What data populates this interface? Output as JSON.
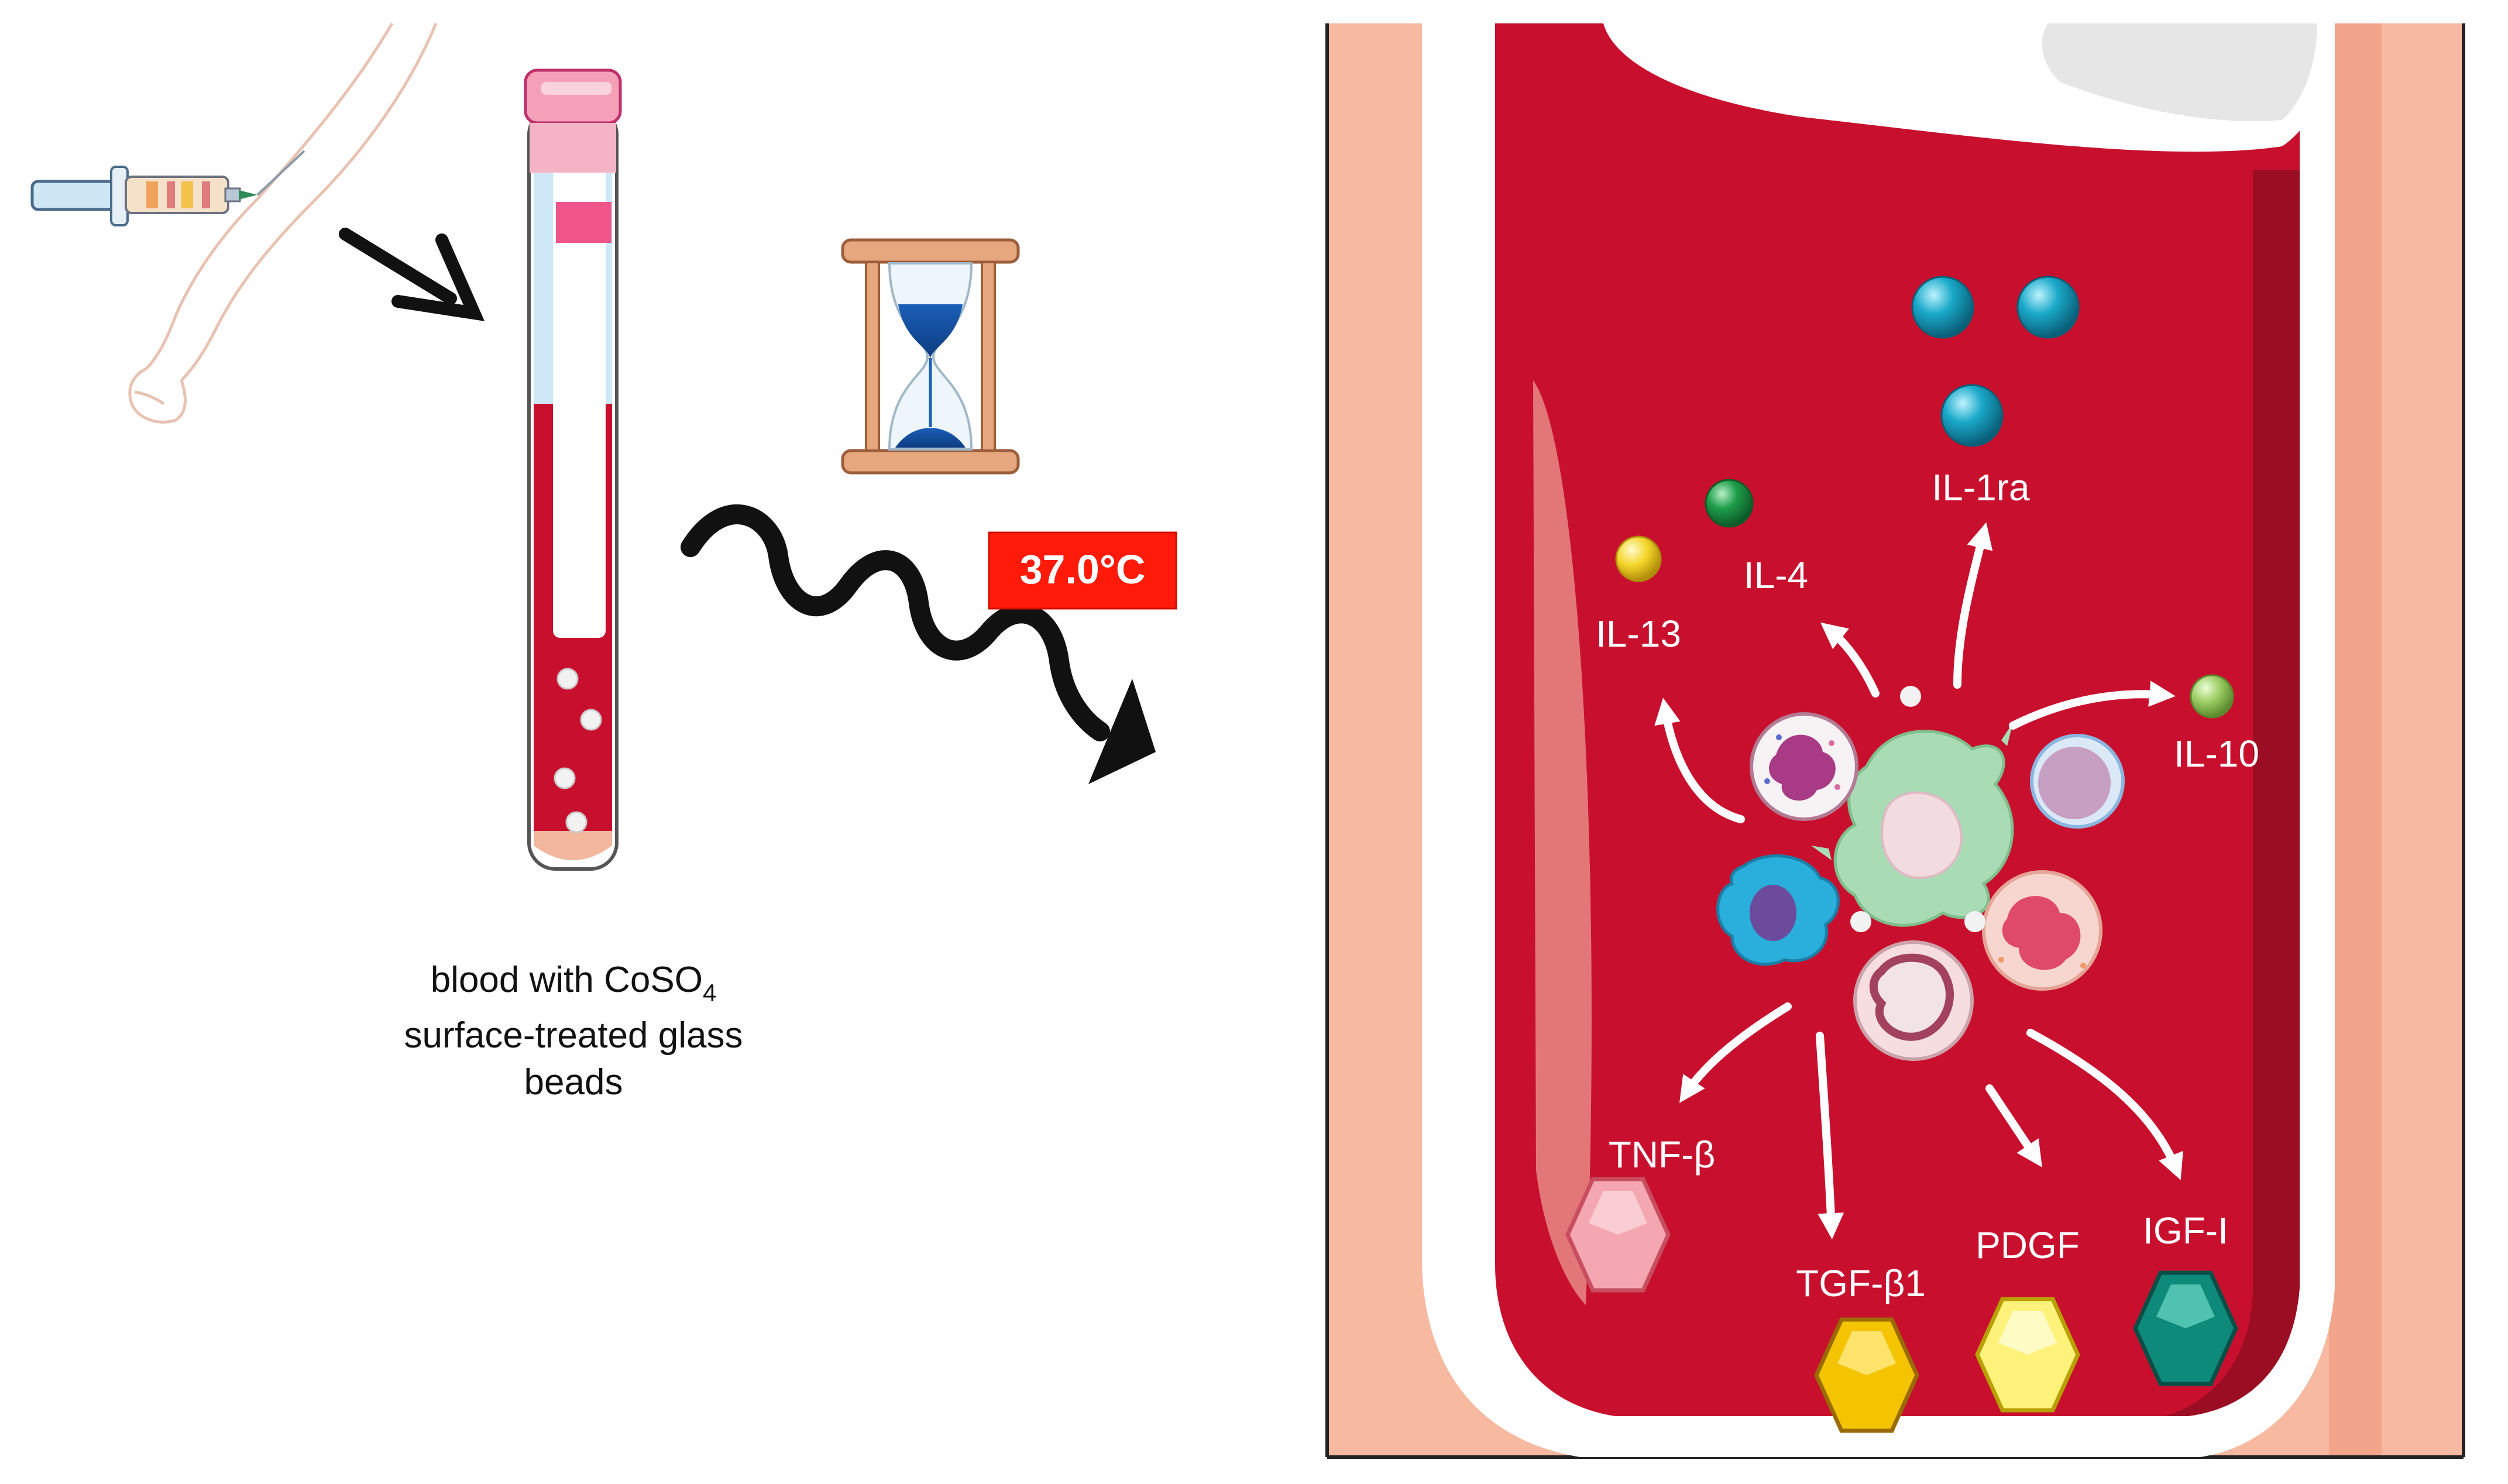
{
  "caption": {
    "line1_prefix": "blood with CoSO",
    "line1_subscript": "4",
    "line2": "surface-treated glass",
    "line3": "beads"
  },
  "temperature_label": "37.0°C",
  "cytokines": {
    "il1ra": "IL-1ra",
    "il4": "IL-4",
    "il13": "IL-13",
    "il10": "IL-10"
  },
  "growth_factors": {
    "tnf_beta": "TNF-β",
    "tgf_beta1": "TGF-β1",
    "pdgf": "PDGF",
    "igf1": "IGF-I"
  },
  "colors": {
    "blood": "#c8102e",
    "tube_wall": "#f7b9a0",
    "accent_red": "#ff1a0a",
    "il1ra": "#1aa9c9",
    "il4": "#1e9e4a",
    "il13": "#f4d62a",
    "il10": "#9ccc62",
    "tnf_beta": "#f4a7b0",
    "tgf_beta1": "#f5c400",
    "pdgf": "#fff27a",
    "igf1": "#0e8a7a"
  },
  "icons": [
    "syringe-icon",
    "arm-icon",
    "blood-tube-icon",
    "hourglass-icon",
    "wavy-arrow-icon"
  ]
}
